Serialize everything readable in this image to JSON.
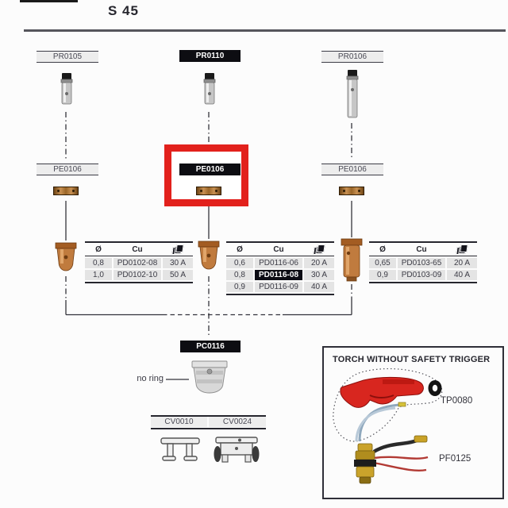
{
  "header": {
    "title": "S 45"
  },
  "diagram": {
    "columns": [
      {
        "top_label": "PR0105",
        "swirl_label": "PE0106",
        "table": {
          "headers": {
            "diameter": "Ø",
            "material": "Cu"
          },
          "rows": [
            {
              "diameter": "0,8",
              "part": "PD0102-08",
              "amps": "30 A",
              "highlighted": false
            },
            {
              "diameter": "1,0",
              "part": "PD0102-10",
              "amps": "50 A",
              "highlighted": false
            }
          ]
        }
      },
      {
        "top_label": "PR0110",
        "swirl_label": "PE0106",
        "highlighted_column": true,
        "table": {
          "headers": {
            "diameter": "Ø",
            "material": "Cu"
          },
          "rows": [
            {
              "diameter": "0,6",
              "part": "PD0116-06",
              "amps": "20 A",
              "highlighted": false
            },
            {
              "diameter": "0,8",
              "part": "PD0116-08",
              "amps": "30 A",
              "highlighted": true
            },
            {
              "diameter": "0,9",
              "part": "PD0116-09",
              "amps": "40 A",
              "highlighted": false
            }
          ]
        }
      },
      {
        "top_label": "PR0106",
        "swirl_label": "PE0106",
        "table": {
          "headers": {
            "diameter": "Ø",
            "material": "Cu"
          },
          "rows": [
            {
              "diameter": "0,65",
              "part": "PD0103-65",
              "amps": "20 A",
              "highlighted": false
            },
            {
              "diameter": "0,9",
              "part": "PD0103-09",
              "amps": "40 A",
              "highlighted": false
            }
          ]
        }
      }
    ],
    "cap": {
      "label": "PC0116",
      "note": "no ring"
    },
    "spacers": {
      "left": "CV0010",
      "right": "CV0024"
    },
    "torch_panel": {
      "title": "TORCH WITHOUT SAFETY TRIGGER",
      "items": [
        {
          "code": "TP0080"
        },
        {
          "code": "PF0125"
        }
      ]
    },
    "colors": {
      "highlight_red": "#e2211c",
      "copper": "#c07b3e",
      "black_label_bg": "#0d0d12",
      "row_gray": "#e4e4e4"
    }
  }
}
